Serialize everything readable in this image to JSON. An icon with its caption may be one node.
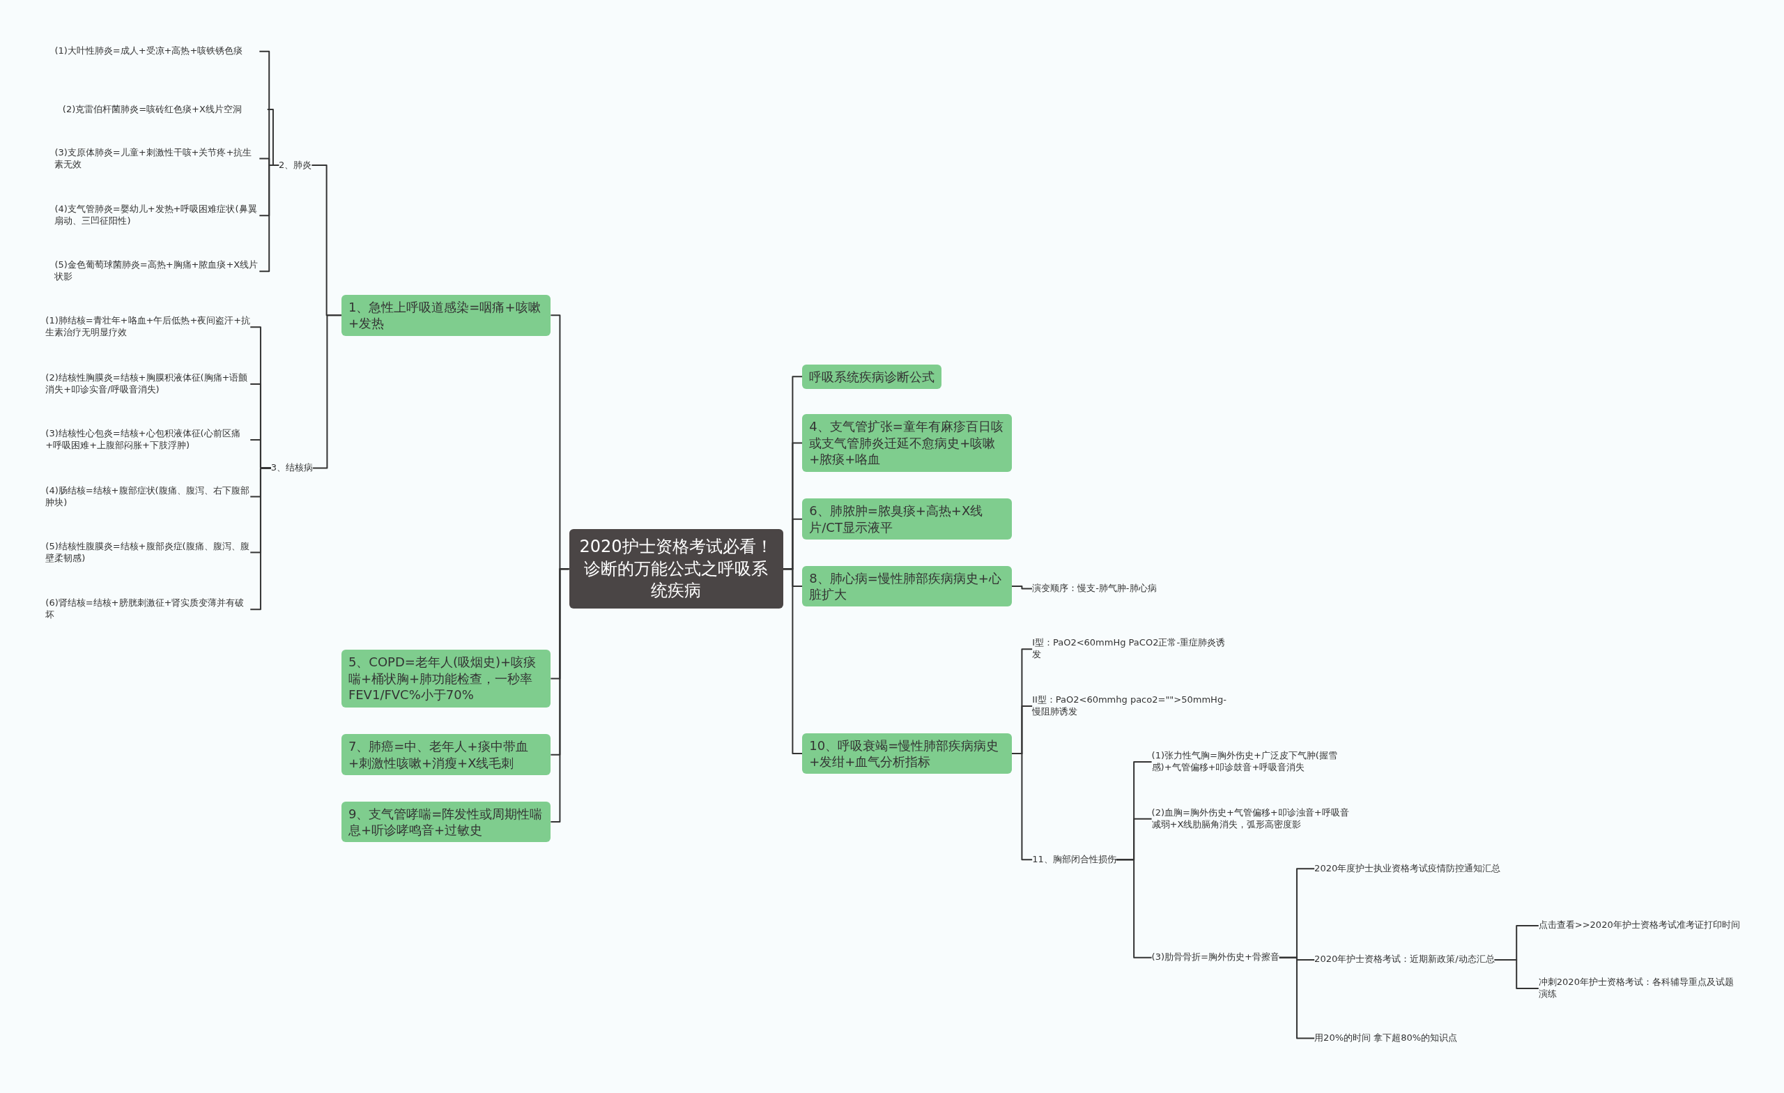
{
  "diagram": {
    "nodes": [
      {
        "text": [
          "2020护士资格考试必看！诊断的万能公式之呼吸系统疾病"
        ]
      },
      {
        "text": [
          "1、急性上呼吸道感染=咽痛+咳嗽+发热"
        ]
      },
      {
        "text": [
          "2、肺炎"
        ]
      },
      {
        "text": [
          "(1)大叶性肺炎=成人+受凉+高热+咳铁锈色痰"
        ]
      },
      {
        "text": [
          "(2)克雷伯杆菌肺炎=咳砖红色痰+X线片空洞"
        ]
      },
      {
        "text": [
          "(3)支原体肺炎=儿童+刺激性干咳+关节疼+抗生素无效"
        ]
      },
      {
        "text": [
          "(4)支气管肺炎=婴幼儿+发热+呼吸困难症状(鼻翼扇动、三凹征阳性)"
        ]
      },
      {
        "text": [
          "(5)金色葡萄球菌肺炎=高热+胸痛+脓血痰+X线片状影"
        ]
      },
      {
        "text": [
          "3、结核病"
        ]
      },
      {
        "text": [
          "(1)肺结核=青壮年+咯血+午后低热+夜间盗汗+抗生素治疗无明显疗效"
        ]
      },
      {
        "text": [
          "(2)结核性胸膜炎=结核+胸膜积液体征(胸痛+语颤消失+叩诊实音/呼吸音消失)"
        ]
      },
      {
        "text": [
          "(3)结核性心包炎=结核+心包积液体征(心前区痛+呼吸困难+上腹部闷胀+下肢浮肿)"
        ]
      },
      {
        "text": [
          "(4)肠结核=结核+腹部症状(腹痛、腹泻、右下腹部肿块)"
        ]
      },
      {
        "text": [
          "(5)结核性腹膜炎=结核+腹部炎症(腹痛、腹泻、腹壁柔韧感)"
        ]
      },
      {
        "text": [
          "(6)肾结核=结核+膀胱刺激征+肾实质变薄并有破坏"
        ]
      },
      {
        "text": [
          "5、COPD=老年人(吸烟史)+咳痰喘+桶状胸+肺功能检查，一秒率FEV1/FVC%小于70%"
        ]
      },
      {
        "text": [
          "7、肺癌=中、老年人+痰中带血+刺激性咳嗽+消瘦+X线毛刺"
        ]
      },
      {
        "text": [
          "9、支气管哮喘=阵发性或周期性喘息+听诊哮鸣音+过敏史"
        ]
      },
      {
        "text": [
          "呼吸系统疾病诊断公式"
        ]
      },
      {
        "text": [
          "4、支气管扩张=童年有麻疹百日咳或支气管肺炎迁延不愈病史+咳嗽+脓痰+咯血"
        ]
      },
      {
        "text": [
          "6、肺脓肿=脓臭痰+高热+X线片/CT显示液平"
        ]
      },
      {
        "text": [
          "8、肺心病=慢性肺部疾病病史+心脏扩大"
        ]
      },
      {
        "text": [
          "演变顺序：慢支-肺气肿-肺心病"
        ]
      },
      {
        "text": [
          "10、呼吸衰竭=慢性肺部疾病病史+发绀+血气分析指标"
        ]
      },
      {
        "text": [
          "I型：PaO2<60mmHg PaCO2正常-重症肺炎诱发"
        ]
      },
      {
        "text": [
          "II型：PaO2<60mmhg paco2=\"\">50mmHg-慢阻肺诱发"
        ]
      },
      {
        "text": [
          "11、胸部闭合性损伤"
        ]
      },
      {
        "text": [
          "(1)张力性气胸=胸外伤史+广泛皮下气肿(握雪感)+气管偏移+叩诊鼓音+呼吸音消失"
        ]
      },
      {
        "text": [
          "(2)血胸=胸外伤史+气管偏移+叩诊浊音+呼吸音减弱+X线肋膈角消失，弧形高密度影"
        ]
      },
      {
        "text": [
          "(3)肋骨骨折=胸外伤史+骨擦音"
        ]
      },
      {
        "text": [
          "2020年度护士执业资格考试疫情防控通知汇总"
        ]
      },
      {
        "text": [
          "2020年护士资格考试：近期新政策/动态汇总"
        ]
      },
      {
        "text": [
          "点击查看>>2020年护士资格考试准考证打印时间"
        ]
      },
      {
        "text": [
          "冲刺2020年护士资格考试：各科辅导重点及试题演练"
        ]
      },
      {
        "text": [
          "用20%的时间 拿下超80%的知识点"
        ]
      }
    ],
    "edges": [
      {
        "from": 0,
        "to": 1,
        "arrow": "none"
      },
      {
        "from": 1,
        "to": 2,
        "arrow": "none"
      },
      {
        "from": 2,
        "to": 3,
        "arrow": "none"
      },
      {
        "from": 2,
        "to": 4,
        "arrow": "none"
      },
      {
        "from": 2,
        "to": 5,
        "arrow": "none"
      },
      {
        "from": 2,
        "to": 6,
        "arrow": "none"
      },
      {
        "from": 2,
        "to": 7,
        "arrow": "none"
      },
      {
        "from": 1,
        "to": 8,
        "arrow": "none"
      },
      {
        "from": 8,
        "to": 9,
        "arrow": "none"
      },
      {
        "from": 8,
        "to": 10,
        "arrow": "none"
      },
      {
        "from": 8,
        "to": 11,
        "arrow": "none"
      },
      {
        "from": 8,
        "to": 12,
        "arrow": "none"
      },
      {
        "from": 8,
        "to": 13,
        "arrow": "none"
      },
      {
        "from": 8,
        "to": 14,
        "arrow": "none"
      },
      {
        "from": 0,
        "to": 15,
        "arrow": "none"
      },
      {
        "from": 0,
        "to": 16,
        "arrow": "none"
      },
      {
        "from": 0,
        "to": 17,
        "arrow": "none"
      },
      {
        "from": 0,
        "to": 18,
        "arrow": "none"
      },
      {
        "from": 0,
        "to": 19,
        "arrow": "none"
      },
      {
        "from": 0,
        "to": 20,
        "arrow": "none"
      },
      {
        "from": 0,
        "to": 21,
        "arrow": "none"
      },
      {
        "from": 21,
        "to": 22,
        "arrow": "none"
      },
      {
        "from": 0,
        "to": 23,
        "arrow": "none"
      },
      {
        "from": 23,
        "to": 24,
        "arrow": "none"
      },
      {
        "from": 23,
        "to": 25,
        "arrow": "none"
      },
      {
        "from": 23,
        "to": 26,
        "arrow": "none"
      },
      {
        "from": 26,
        "to": 27,
        "arrow": "none"
      },
      {
        "from": 26,
        "to": 28,
        "arrow": "none"
      },
      {
        "from": 26,
        "to": 29,
        "arrow": "none"
      },
      {
        "from": 29,
        "to": 30,
        "arrow": "none"
      },
      {
        "from": 29,
        "to": 31,
        "arrow": "none"
      },
      {
        "from": 31,
        "to": 32,
        "arrow": "none"
      },
      {
        "from": 31,
        "to": 33,
        "arrow": "none"
      },
      {
        "from": 29,
        "to": 34,
        "arrow": "none"
      }
    ]
  }
}
